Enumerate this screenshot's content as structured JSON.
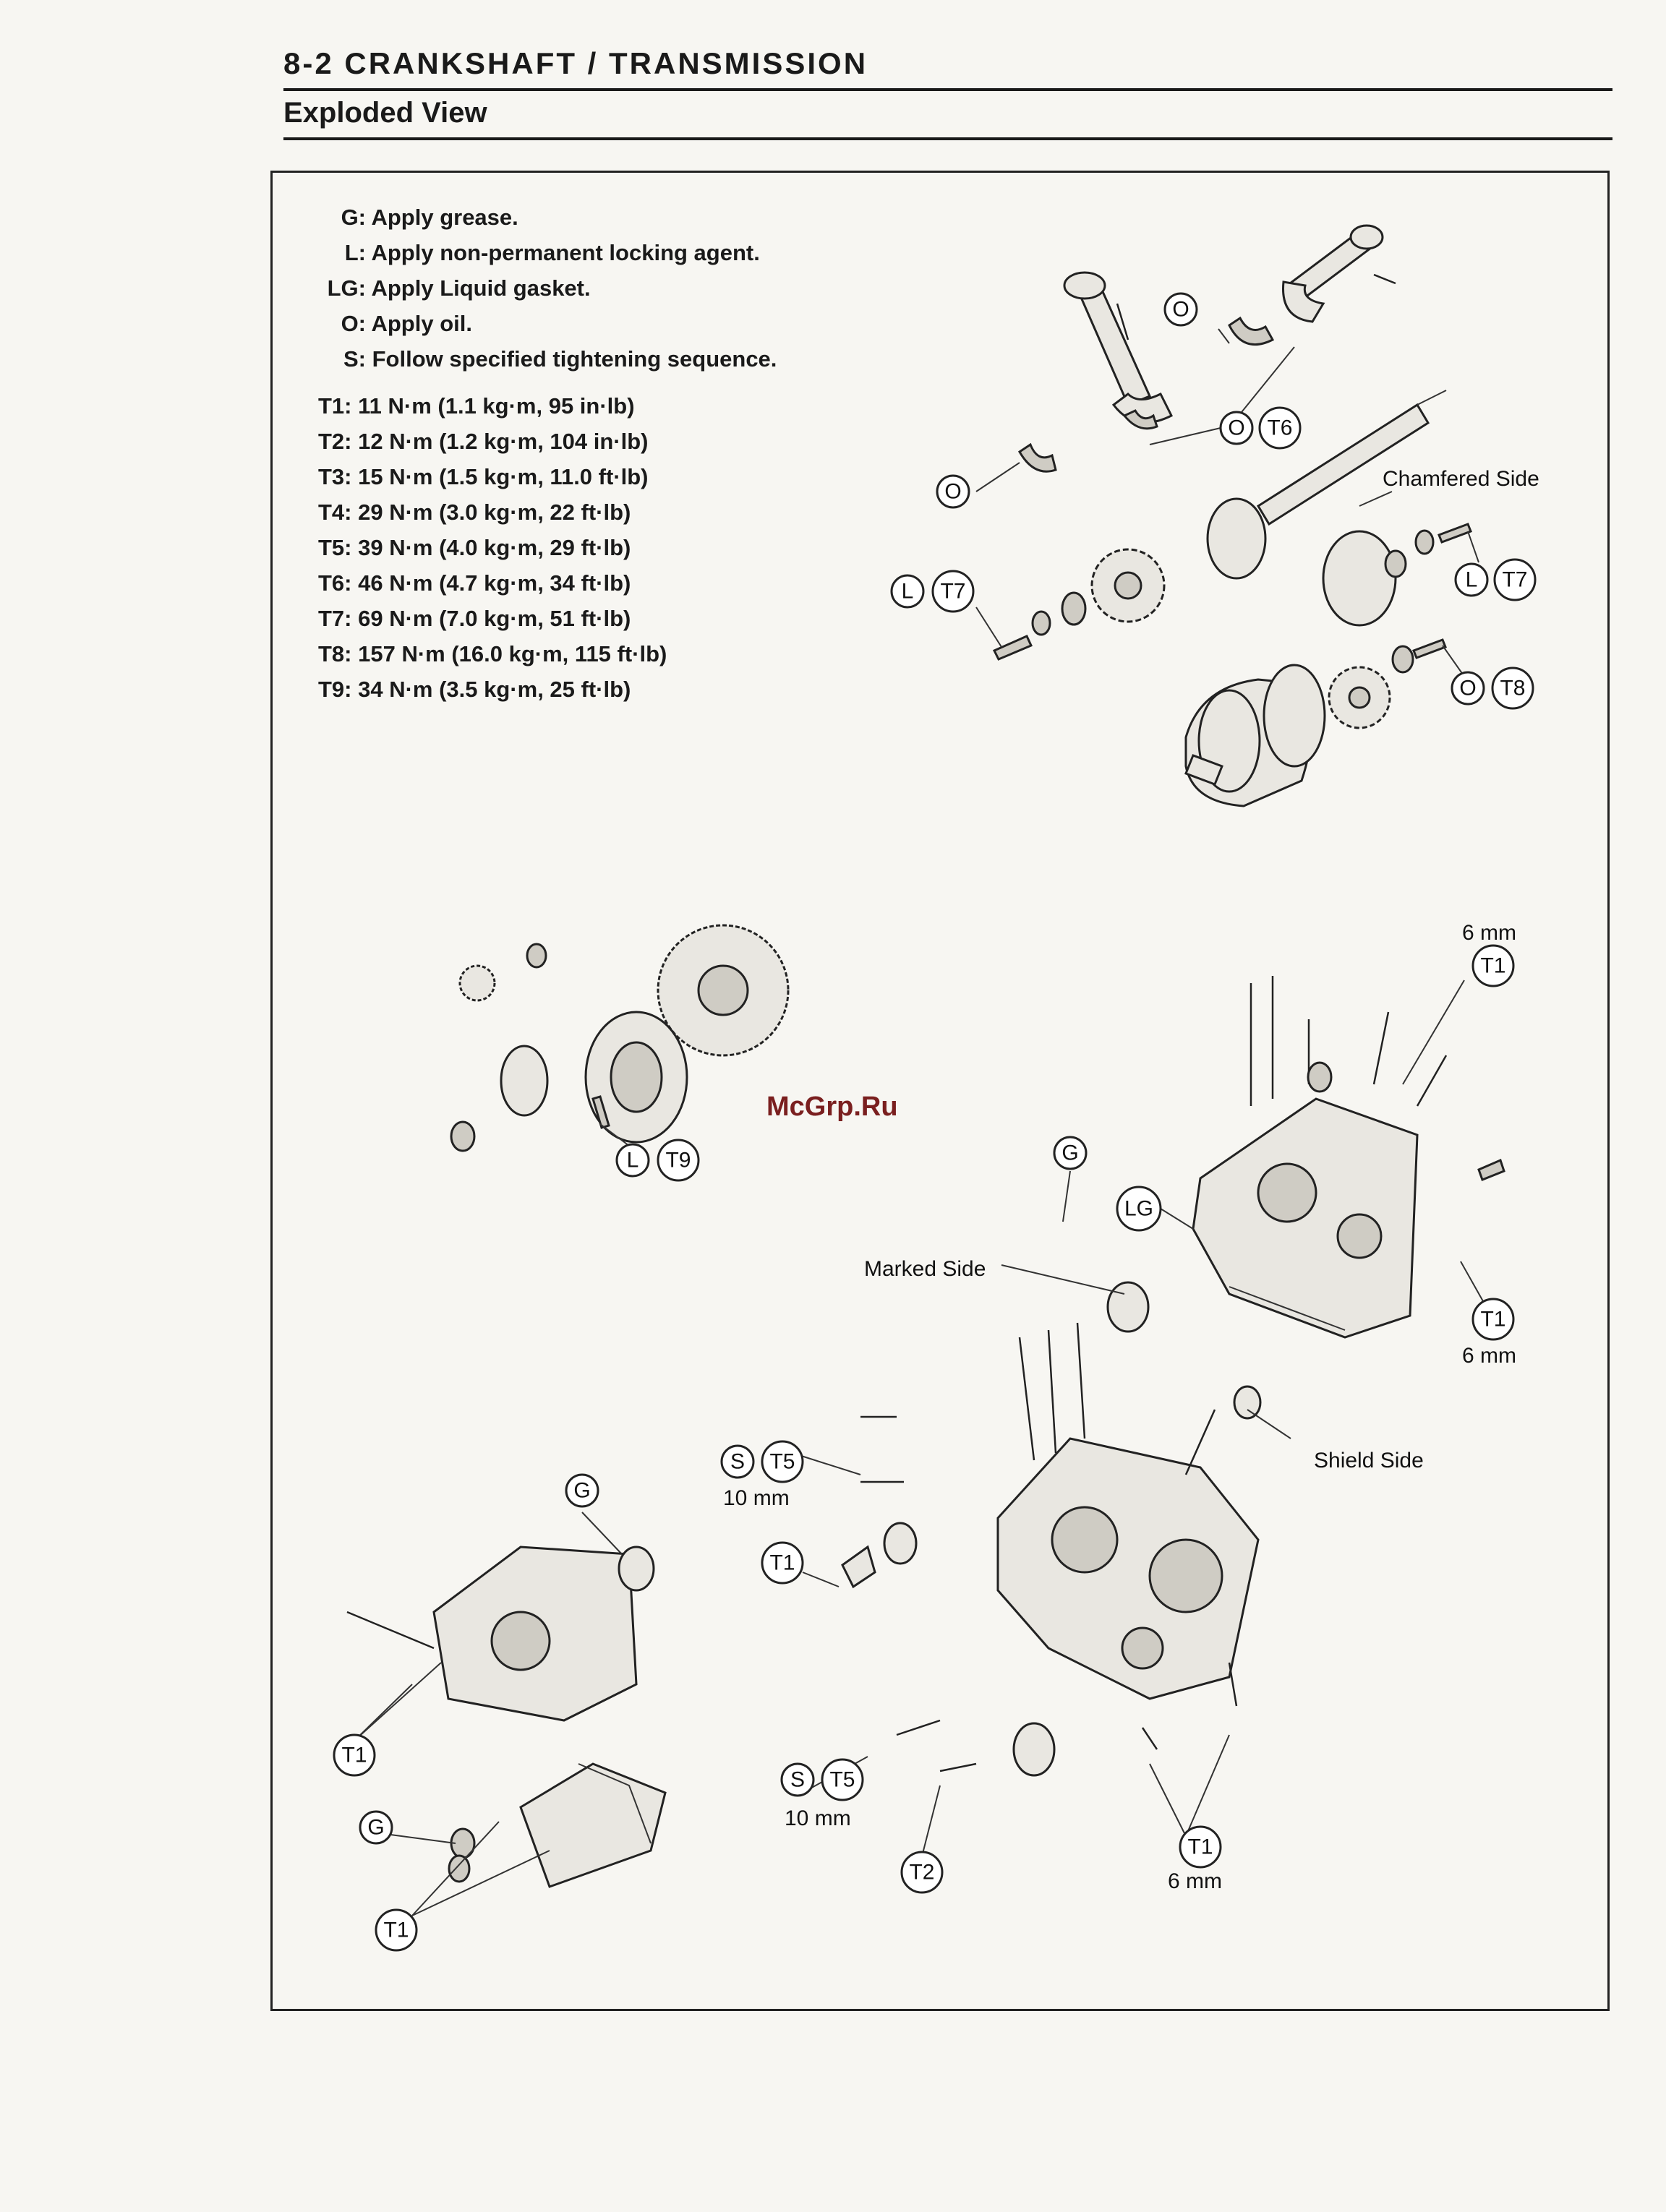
{
  "header": {
    "title": "8-2 CRANKSHAFT / TRANSMISSION",
    "section": "Exploded View"
  },
  "legend": {
    "notes": [
      {
        "key": "G:",
        "text": "Apply grease."
      },
      {
        "key": "L:",
        "text": "Apply non-permanent locking agent."
      },
      {
        "key": "LG:",
        "text": "Apply Liquid gasket."
      },
      {
        "key": "O:",
        "text": "Apply oil."
      },
      {
        "key": "S:",
        "text": "Follow specified tightening sequence."
      }
    ],
    "torques": [
      {
        "key": "T1:",
        "text": "11 N·m (1.1 kg·m, 95 in·lb)"
      },
      {
        "key": "T2:",
        "text": "12 N·m (1.2 kg·m, 104 in·lb)"
      },
      {
        "key": "T3:",
        "text": "15 N·m (1.5 kg·m, 11.0 ft·lb)"
      },
      {
        "key": "T4:",
        "text": "29 N·m (3.0 kg·m, 22 ft·lb)"
      },
      {
        "key": "T5:",
        "text": "39 N·m (4.0 kg·m, 29 ft·lb)"
      },
      {
        "key": "T6:",
        "text": "46 N·m (4.7 kg·m, 34 ft·lb)"
      },
      {
        "key": "T7:",
        "text": "69 N·m (7.0 kg·m, 51 ft·lb)"
      },
      {
        "key": "T8:",
        "text": "157 N·m (16.0 kg·m, 115 ft·lb)"
      },
      {
        "key": "T9:",
        "text": "34 N·m (3.5 kg·m, 25 ft·lb)"
      }
    ]
  },
  "callouts": {
    "o": "O",
    "t6": "T6",
    "l": "L",
    "t7": "T7",
    "t8": "T8",
    "t9": "T9",
    "t1": "T1",
    "t2": "T2",
    "t5": "T5",
    "s": "S",
    "g": "G",
    "lg": "LG"
  },
  "labels": {
    "chamfered_side": "Chamfered Side",
    "marked_side": "Marked Side",
    "shield_side": "Shield Side",
    "mm6": "6 mm",
    "mm10a": "10 mm",
    "mm10b": "10 mm"
  },
  "watermark": "McGrp.Ru",
  "colors": {
    "ink": "#1a1a1a",
    "paper": "#f7f6f2",
    "watermark": "#7a1f1f"
  }
}
